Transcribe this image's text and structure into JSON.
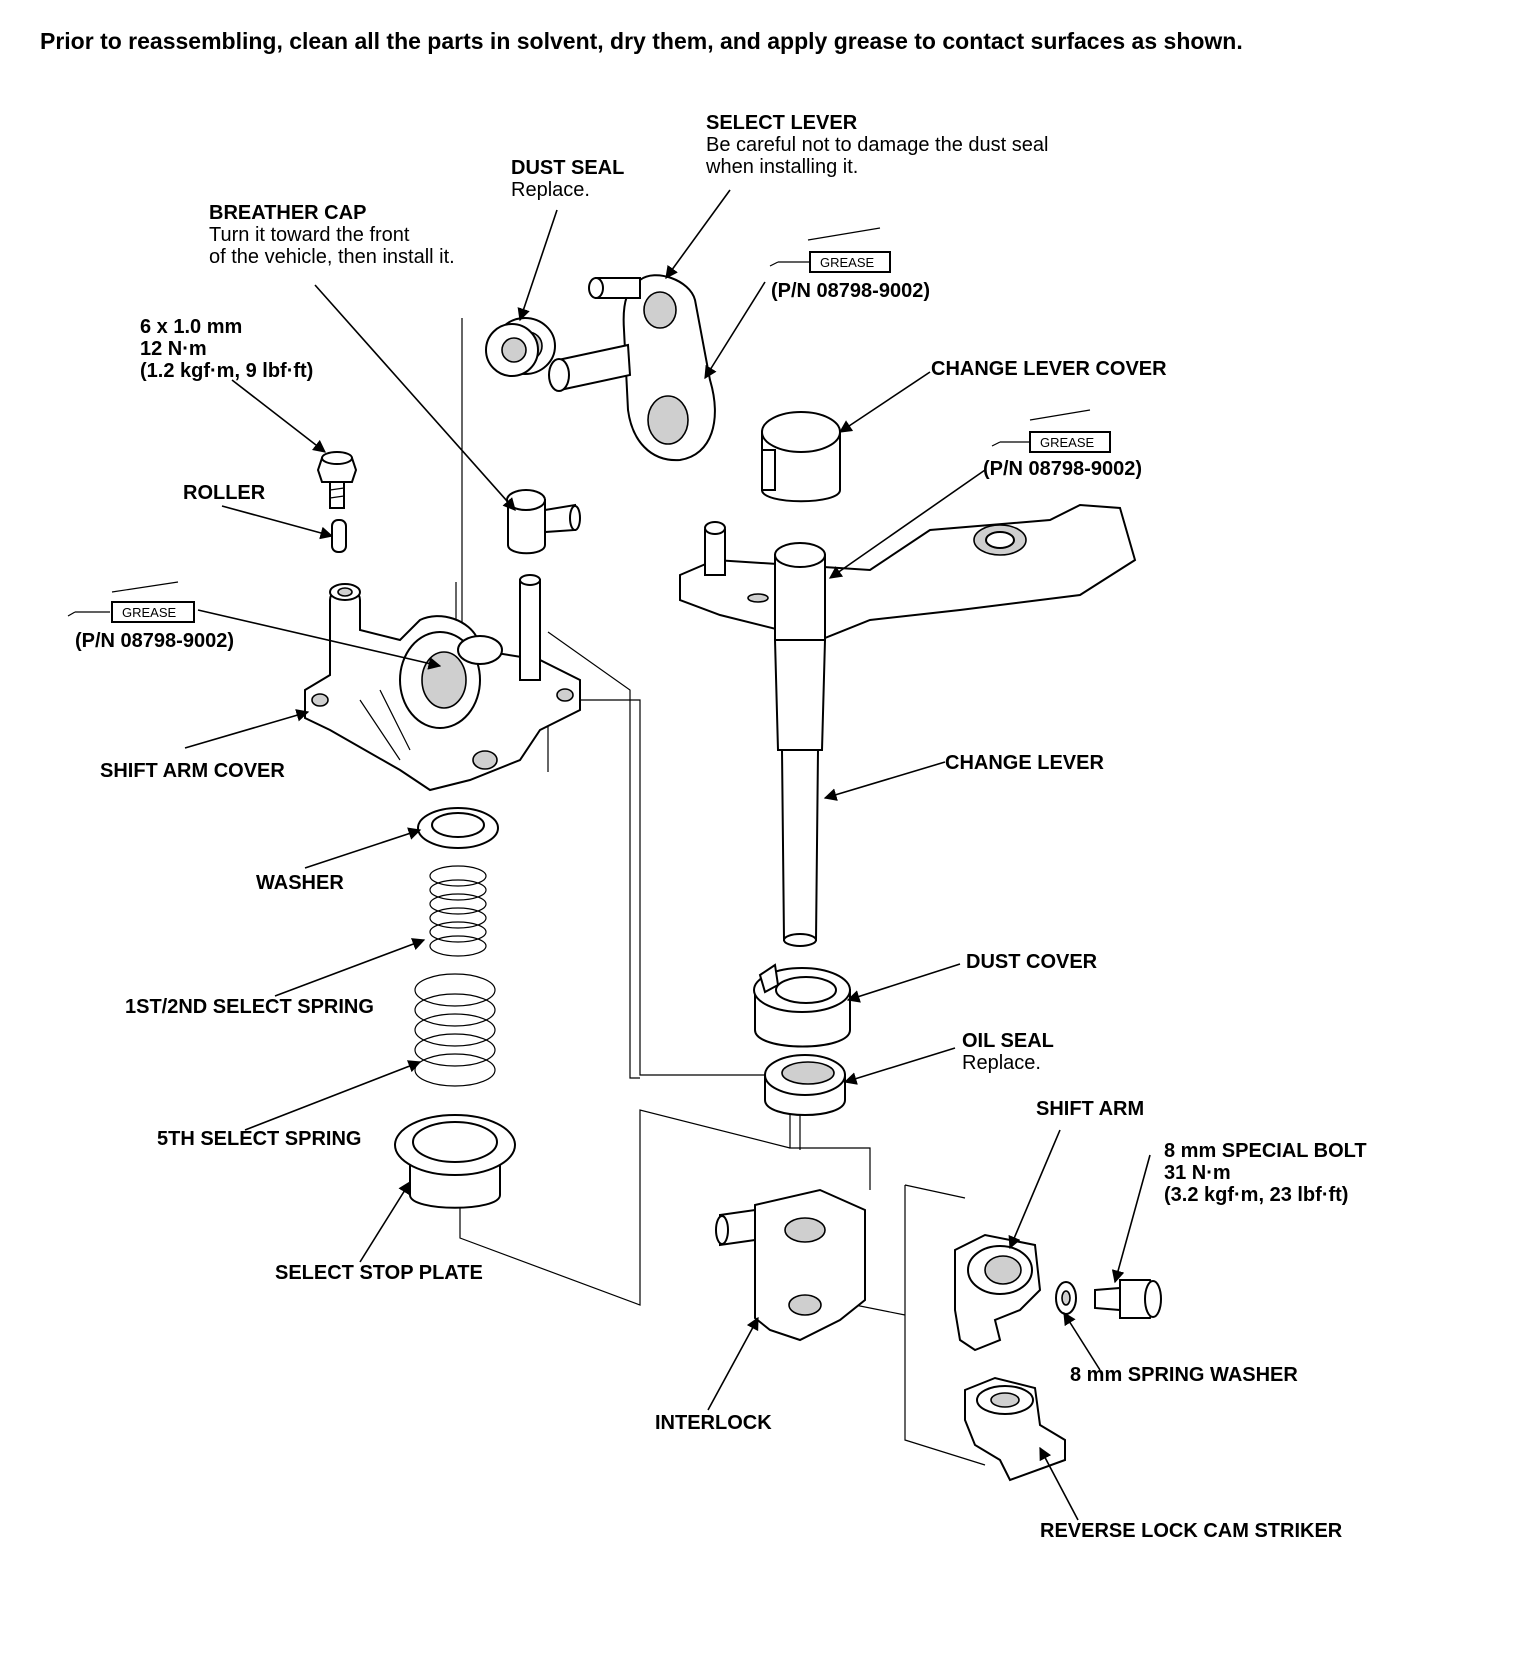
{
  "intro": "Prior to reassembling, clean all the parts in solvent, dry them, and apply grease to contact surfaces as shown.",
  "grease_badge": "GREASE",
  "labels": {
    "select_lever": {
      "title": "SELECT LEVER",
      "sub1": "Be careful not to damage the dust seal",
      "sub2": "when installing it."
    },
    "dust_seal": {
      "title": "DUST SEAL",
      "sub1": "Replace."
    },
    "breather_cap": {
      "title": "BREATHER CAP",
      "sub1": "Turn it toward the front",
      "sub2": "of the vehicle, then install it."
    },
    "bolt_6mm": {
      "l1": "6 x 1.0 mm",
      "l2": "12 N·m",
      "l3": "(1.2 kgf·m, 9 lbf·ft)"
    },
    "grease_pn_1": "(P/N 08798-9002)",
    "change_lever_cover": "CHANGE LEVER COVER",
    "grease_pn_2": "(P/N 08798-9002)",
    "roller": "ROLLER",
    "grease_pn_3": "(P/N 08798-9002)",
    "shift_arm_cover": "SHIFT ARM COVER",
    "change_lever": "CHANGE LEVER",
    "washer": "WASHER",
    "dust_cover": "DUST COVER",
    "select_spring_12": "1ST/2ND SELECT SPRING",
    "oil_seal": {
      "title": "OIL SEAL",
      "sub1": "Replace."
    },
    "shift_arm": "SHIFT ARM",
    "select_spring_5": "5TH SELECT SPRING",
    "special_bolt": {
      "l1": "8 mm SPECIAL BOLT",
      "l2": "31 N·m",
      "l3": "(3.2 kgf·m, 23 lbf·ft)"
    },
    "select_stop_plate": "SELECT STOP PLATE",
    "spring_washer": "8 mm SPRING WASHER",
    "interlock": "INTERLOCK",
    "reverse_lock": "REVERSE LOCK CAM STRIKER"
  }
}
